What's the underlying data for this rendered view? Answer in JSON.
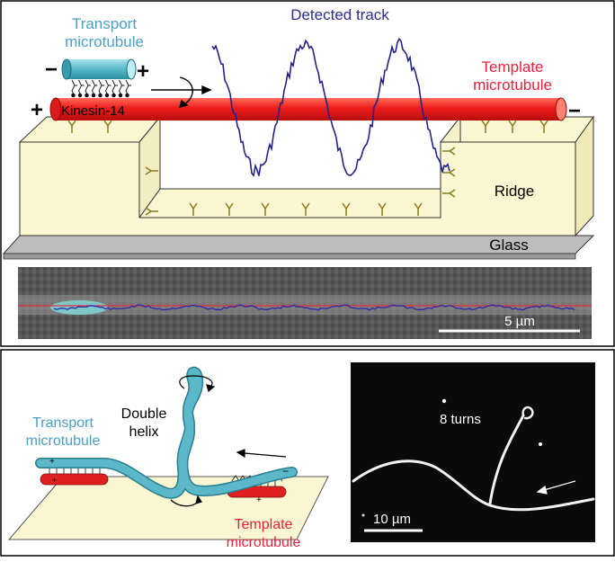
{
  "top_panel": {
    "transport_label_line1": "Transport",
    "transport_label_line2": "microtubule",
    "minus_sign": "−",
    "plus_sign": "+",
    "template_plus": "+",
    "template_minus": "−",
    "kinesin_label": "Kinesin-14",
    "detected_track_label": "Detected track",
    "template_label_line1": "Template",
    "template_label_line2": "microtubule",
    "ridge_label": "Ridge",
    "glass_label": "Glass",
    "scalebar_label": "5 µm"
  },
  "bottom_left": {
    "transport_label_line1": "Transport",
    "transport_label_line2": "microtubule",
    "double_helix_line1": "Double",
    "double_helix_line2": "helix",
    "template_label_line1": "Template",
    "template_label_line2": "microtubule"
  },
  "bottom_right": {
    "turns_label": "8 turns",
    "scalebar_label": "10 µm"
  },
  "colors": {
    "transport": "#5bb8c8",
    "template": "#ee2222",
    "track": "#23238a",
    "ridge_fill": "#fbf7d2",
    "glass": "#c8c8c8",
    "label_blue": "#4aa0c4",
    "label_red": "#e8213a",
    "label_navy": "#2d2d8c"
  }
}
